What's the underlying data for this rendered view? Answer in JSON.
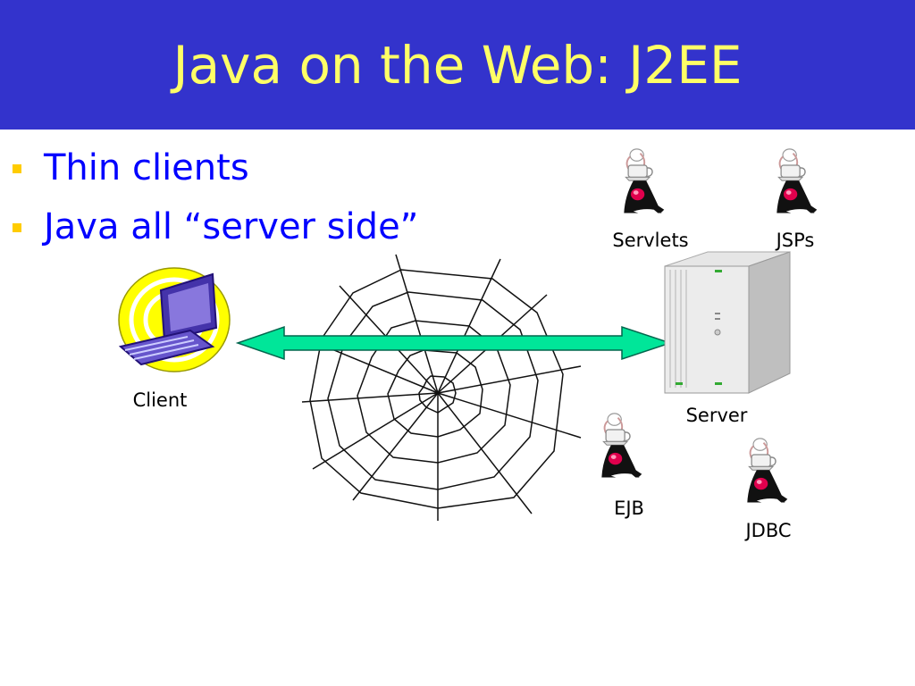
{
  "slide": {
    "title": "Java on the Web: J2EE",
    "bullets": [
      "Thin clients",
      "Java all “server side”"
    ]
  },
  "diagram": {
    "labels": {
      "client": "Client",
      "server": "Server",
      "servlets": "Servlets",
      "jsps": "JSPs",
      "ejb": "EJB",
      "jdbc": "JDBC"
    }
  },
  "colors": {
    "title_bar": "#3333cc",
    "title_text": "#ffff66",
    "bullet_text": "#0000ff",
    "bullet_marker": "#ffcc00",
    "arrow_fill": "#00e699"
  },
  "icons": [
    "computer-icon",
    "spider-web-icon",
    "server-tower-icon",
    "duke-mascot-icon"
  ]
}
